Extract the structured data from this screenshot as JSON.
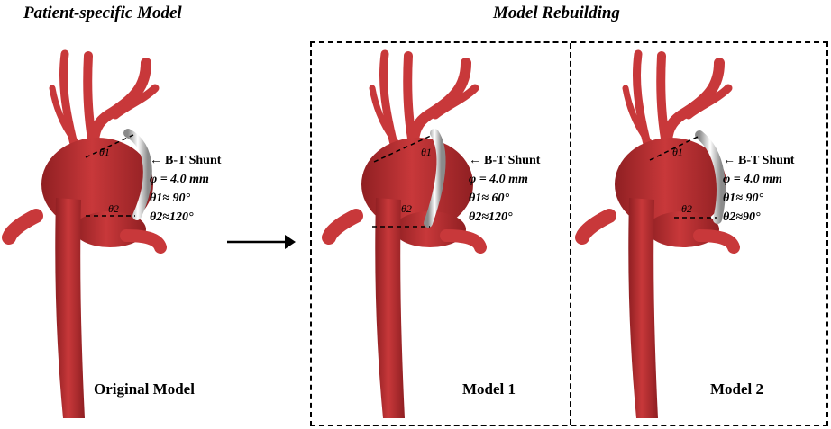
{
  "headings": {
    "left": "Patient-specific Model",
    "right": "Model Rebuilding"
  },
  "panels": [
    {
      "caption": "Original Model",
      "shunt_label": "B-T Shunt",
      "diameter": "φ = 4.0 mm",
      "theta1": "θ1≈ 90°",
      "theta2": "θ2≈120°",
      "angle1": "θ1",
      "angle2": "θ2"
    },
    {
      "caption": "Model 1",
      "shunt_label": "B-T Shunt",
      "diameter": "φ = 4.0 mm",
      "theta1": "θ1≈ 60°",
      "theta2": "θ2≈120°",
      "angle1": "θ1",
      "angle2": "θ2"
    },
    {
      "caption": "Model 2",
      "shunt_label": "B-T Shunt",
      "diameter": "φ = 4.0 mm",
      "theta1": "θ1≈ 90°",
      "theta2": "θ2≈90°",
      "angle1": "θ1",
      "angle2": "θ2"
    }
  ],
  "colors": {
    "vessel": "#c8383a",
    "vessel_shade": "#8f1f22",
    "shunt": "#d9d9d9",
    "shunt_shade": "#8a8a8a"
  }
}
